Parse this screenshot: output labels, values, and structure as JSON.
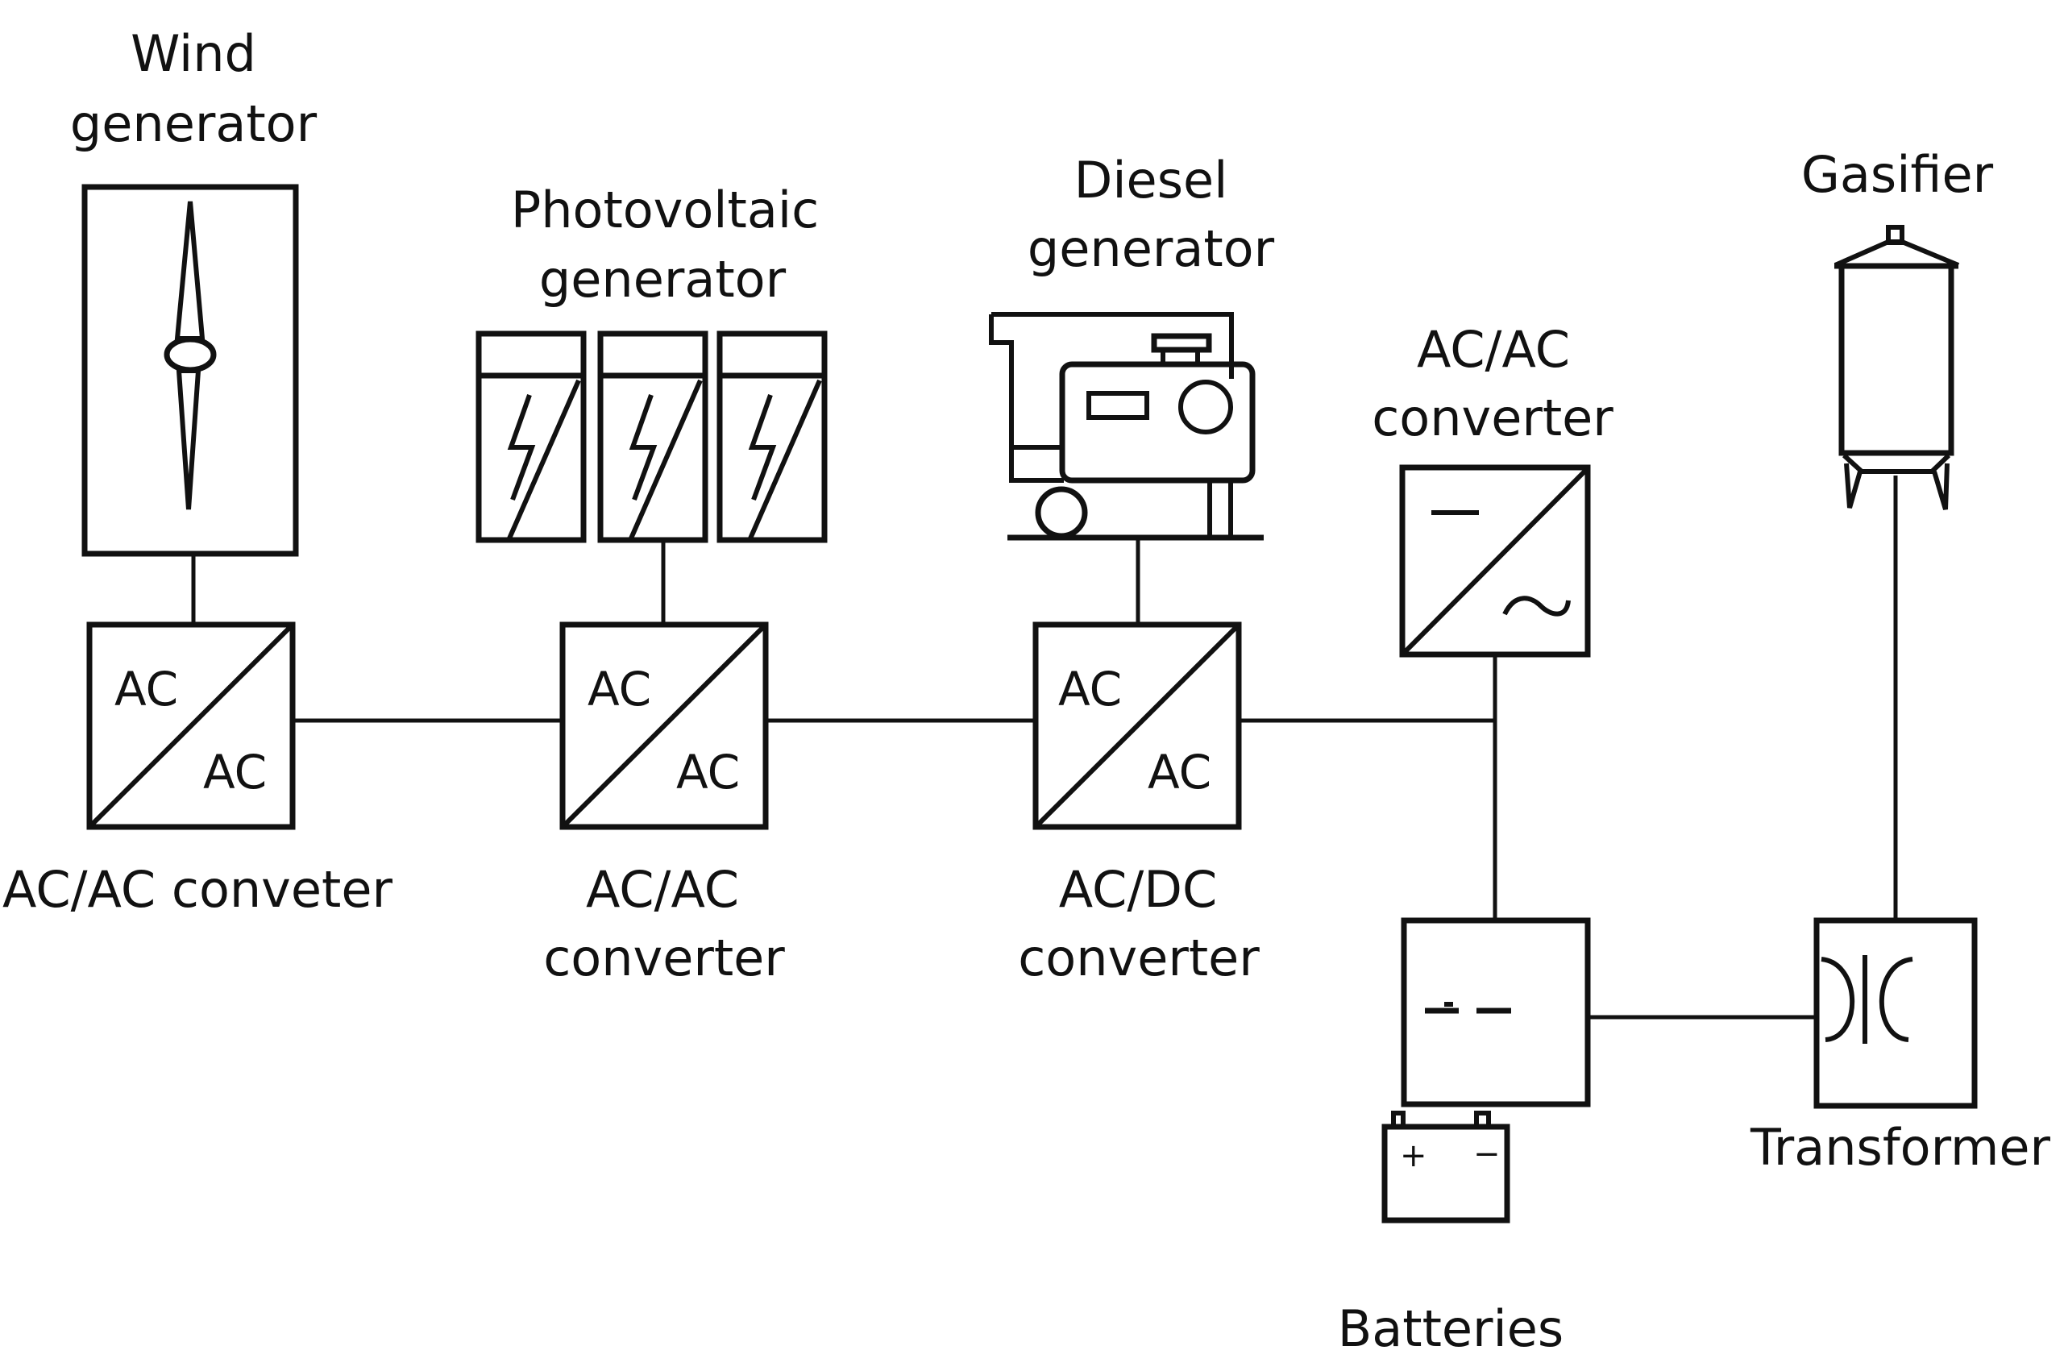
{
  "diagram": {
    "title": "Hybrid power system schematic",
    "colors": {
      "line": "#111111",
      "background": "#ffffff"
    },
    "components": {
      "wind_generator": {
        "label_line1": "Wind",
        "label_line2": "generator",
        "icon": "wind-turbine-icon"
      },
      "pv_generator": {
        "label_line1": "Photovoltaic",
        "label_line2": "generator",
        "panel_count": 3,
        "icon": "solar-panel-icon"
      },
      "diesel_generator": {
        "label_line1": "Diesel",
        "label_line2": "generator",
        "icon": "diesel-generator-icon"
      },
      "gasifier": {
        "label": "Gasifier",
        "icon": "gasifier-tank-icon"
      },
      "conv_wind": {
        "inner_top": "AC",
        "inner_bottom": "AC",
        "label": "AC/AC conveter"
      },
      "conv_pv": {
        "inner_top": "AC",
        "inner_bottom": "AC",
        "label_line1": "AC/AC",
        "label_line2": "converter"
      },
      "conv_diesel": {
        "inner_top": "AC",
        "inner_bottom": "AC",
        "label_line1": "AC/DC",
        "label_line2": "converter"
      },
      "conv_dc_ac": {
        "label_line1": "AC/AC",
        "label_line2": "converter",
        "inner_top": "—",
        "inner_bottom": "~"
      },
      "battery_bank": {
        "symbol": "battery-cell-icon"
      },
      "batteries": {
        "label": "Batteries",
        "plus": "+",
        "minus": "−"
      },
      "transformer": {
        "label": "Transformer",
        "icon": "transformer-coil-icon"
      }
    },
    "connections": [
      {
        "from": "wind_generator",
        "to": "conv_wind"
      },
      {
        "from": "pv_generator",
        "to": "conv_pv"
      },
      {
        "from": "diesel_generator",
        "to": "conv_diesel"
      },
      {
        "from": "conv_wind",
        "to": "conv_pv"
      },
      {
        "from": "conv_pv",
        "to": "conv_diesel"
      },
      {
        "from": "conv_diesel",
        "to": "bus_junction"
      },
      {
        "from": "conv_dc_ac",
        "to": "battery_bank"
      },
      {
        "from": "battery_bank",
        "to": "transformer"
      },
      {
        "from": "gasifier",
        "to": "transformer"
      }
    ]
  }
}
